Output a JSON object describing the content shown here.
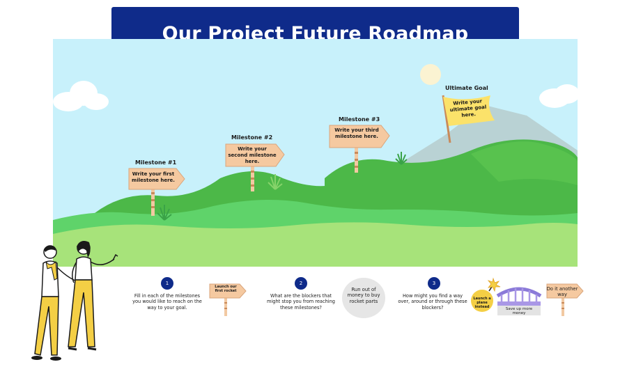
{
  "title": "Our Project Future Roadmap",
  "milestones": [
    {
      "label": "Milestone #1",
      "sign": "Write your first milestone here."
    },
    {
      "label": "Milestone #2",
      "sign": "Write your second milestone here."
    },
    {
      "label": "Milestone #3",
      "sign": "Write your third milestone here."
    }
  ],
  "goal": {
    "label": "Ultimate Goal",
    "flag": "Write your ultimate goal here."
  },
  "steps": [
    {
      "number": "1",
      "text": "Fill in each of the milestones you would like to reach on the way to your goal.",
      "example": "Launch our first rocket"
    },
    {
      "number": "2",
      "text": "What are the blockers that might stop you from reaching these milestones?",
      "example": "Run out of money to buy rocket parts"
    },
    {
      "number": "3",
      "text": "How might you find a way over, around or through these blockers?",
      "bomb": "Launch a plane instead",
      "bridge": "Save up more money",
      "example": "Do it another way"
    }
  ],
  "colors": {
    "banner": "#0f2b8a",
    "sky": "#c8f1fb",
    "hill_dark": "#4cb848",
    "hill_light": "#a7e37a",
    "sign": "#f5c9a0",
    "flag": "#fbe26a"
  },
  "icons": [
    "sun-icon",
    "cloud-icon",
    "signpost-icon",
    "flag-icon",
    "grass-icon",
    "bomb-icon",
    "bridge-icon",
    "people-illustration"
  ]
}
